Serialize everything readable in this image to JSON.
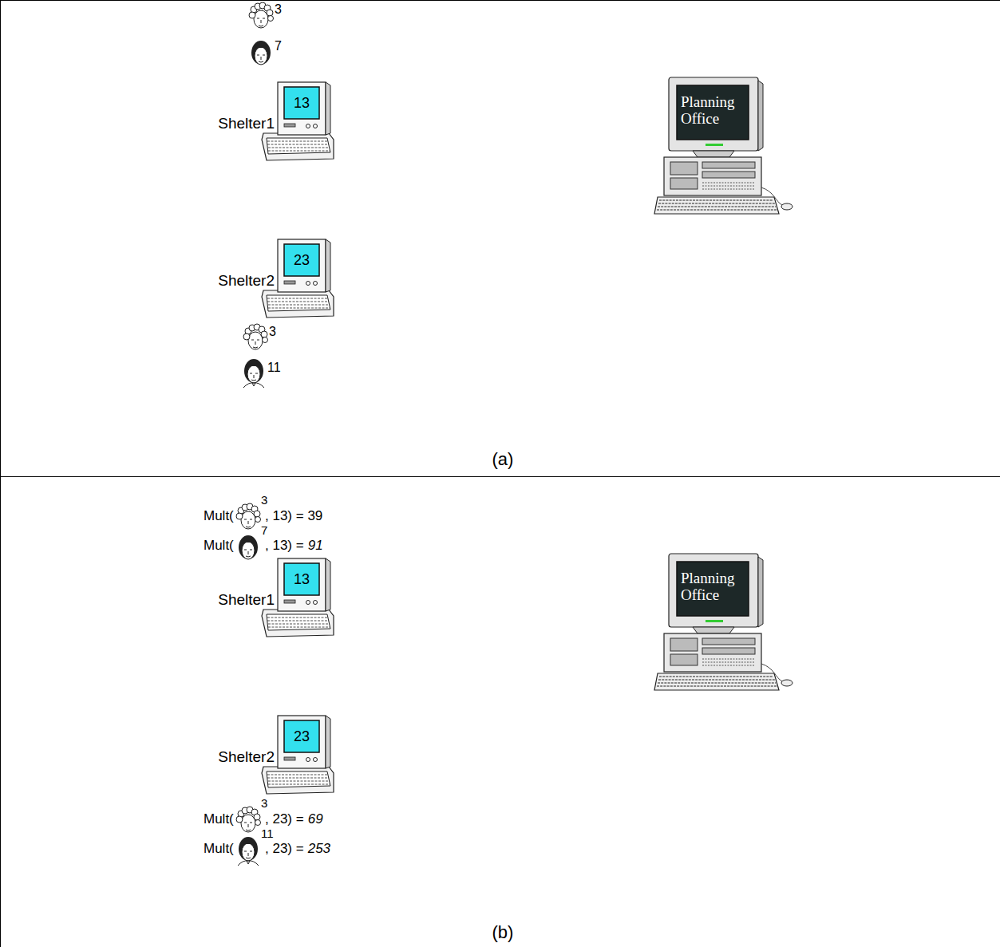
{
  "diagram": {
    "nodes": [
      {
        "text": [
          "13",
          "Shelter1"
        ]
      },
      {
        "text": [
          "Planning Office"
        ]
      },
      {
        "text": [
          "23",
          "Shelter2"
        ]
      },
      {
        "text": [
          "13",
          "Shelter1"
        ]
      },
      {
        "text": [
          "Planning Office"
        ]
      },
      {
        "text": [
          "23",
          "Shelter2"
        ]
      }
    ],
    "labels": [
      "3",
      "7",
      "3",
      "11",
      "(a)",
      "Mult(",
      "3",
      ", 13) = 39",
      "Mult(",
      "7",
      ", 13) =",
      "91",
      "Mult(",
      "3",
      ", 23) =",
      "69",
      "Mult(",
      "11",
      ", 23) =",
      "253",
      "(b)"
    ]
  }
}
